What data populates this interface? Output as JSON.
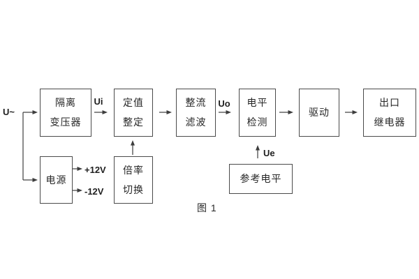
{
  "figure": {
    "caption": "图 1",
    "input_label": "U~",
    "labels": {
      "ui": "Ui",
      "uo": "Uo",
      "ue": "Ue",
      "pos_rail": "+12V",
      "neg_rail": "-12V"
    },
    "blocks": {
      "isolation_transformer": {
        "line1": "隔离",
        "line2": "变压器"
      },
      "setting": {
        "line1": "定值",
        "line2": "整定"
      },
      "rectifier_filter": {
        "line1": "整流",
        "line2": "滤波"
      },
      "level_detect": {
        "line1": "电平",
        "line2": "检测"
      },
      "driver": {
        "label": "驱动"
      },
      "output_relay": {
        "line1": "出口",
        "line2": "继电器"
      },
      "power_supply": {
        "label": "电源"
      },
      "ratio_switch": {
        "line1": "倍率",
        "line2": "切换"
      },
      "reference_level": {
        "label": "参考电平"
      }
    },
    "colors": {
      "background": "#ffffff",
      "line": "#3d3d3d",
      "box_border": "#4a4a4a",
      "text": "#262626"
    }
  }
}
